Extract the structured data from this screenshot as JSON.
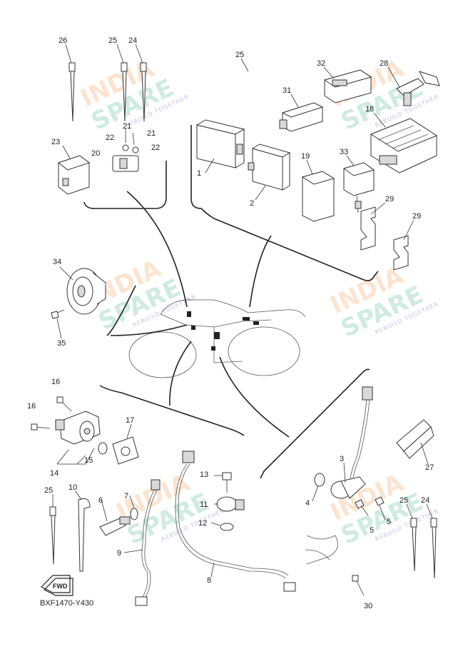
{
  "diagram_code": "BXF1470-Y430",
  "direction_badge": "FWD",
  "watermark": {
    "line1": "INDIA",
    "line2": "SPARE",
    "tagline": "REBUILD TOGETHER"
  },
  "callouts": {
    "c1": "1",
    "c2": "2",
    "c3": "3",
    "c4": "4",
    "c5a": "5",
    "c5b": "5",
    "c6": "6",
    "c7": "7",
    "c8": "8",
    "c9": "9",
    "c10": "10",
    "c11": "11",
    "c12": "12",
    "c13": "13",
    "c14": "14",
    "c15": "15",
    "c16a": "16",
    "c16b": "16",
    "c17": "17",
    "c18": "18",
    "c19": "19",
    "c20": "20",
    "c21a": "21",
    "c21b": "21",
    "c22a": "22",
    "c22b": "22",
    "c23": "23",
    "c24a": "24",
    "c24b": "24",
    "c25a": "25",
    "c25b": "25",
    "c25c": "25",
    "c25d": "25",
    "c26": "26",
    "c27": "27",
    "c28": "28",
    "c29a": "29",
    "c29b": "29",
    "c30": "30",
    "c31": "31",
    "c32": "32",
    "c33": "33",
    "c34": "34",
    "c35": "35"
  }
}
